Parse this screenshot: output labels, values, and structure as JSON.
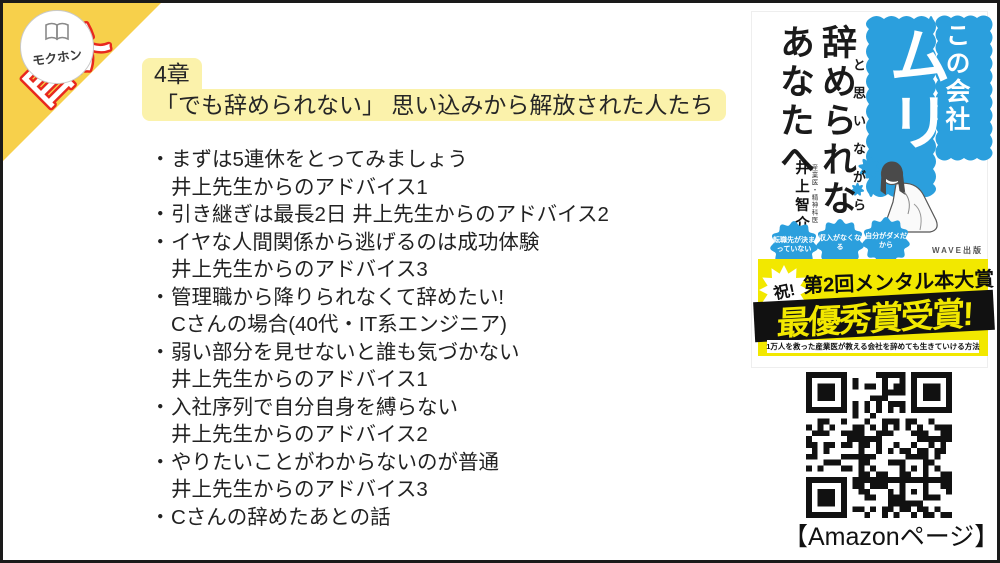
{
  "corner": {
    "ribbon_label": "目次",
    "logo_text": "モクホン"
  },
  "heading": {
    "chapter": "4章",
    "title": "「でも辞められない」 思い込みから解放された人たち"
  },
  "toc": {
    "bullet": "・",
    "items": [
      {
        "line1": "まずは5連休をとってみましょう",
        "line2": "井上先生からのアドバイス1"
      },
      {
        "line1": "引き継ぎは最長2日 井上先生からのアドバイス2",
        "line2": ""
      },
      {
        "line1": "イヤな人間関係から逃げるのは成功体験",
        "line2": "井上先生からのアドバイス3"
      },
      {
        "line1": "管理職から降りられなくて辞めたい!",
        "line2": "Cさんの場合(40代・IT系エンジニア)"
      },
      {
        "line1": "弱い部分を見せないと誰も気づかない",
        "line2": "井上先生からのアドバイス1"
      },
      {
        "line1": "入社序列で自分自身を縛らない",
        "line2": "井上先生からのアドバイス2"
      },
      {
        "line1": "やりたいことがわからないのが普通",
        "line2": "井上先生からのアドバイス3"
      },
      {
        "line1": "Cさんの辞めたあとの話",
        "line2": ""
      }
    ]
  },
  "book": {
    "balloon_company": "この会社",
    "balloon_muri": "ムリ",
    "sub_vertical": "と思いながら",
    "title_line1": "辞められない",
    "title_line2": "あなたへ",
    "author_role": "産業医・精神科医",
    "author": "井上智介",
    "publisher": "WAVE出版",
    "badges": [
      "転職先が決まっていない",
      "収入がなくなる",
      "自分がダメだから"
    ],
    "award": {
      "congrats": "祝!",
      "line1": "第2回メンタル本大賞",
      "line2": "最優秀賞受賞!",
      "line3": "1万人を救った産業医が教える会社を辞めても生きていける方法"
    }
  },
  "qr": {
    "label": "【Amazonページ】"
  },
  "colors": {
    "ribbon-yellow": "#f7d04b",
    "highlight-yellow": "#fbf2ab",
    "cover-blue": "#2b9fdd",
    "award-yellow": "#f2e800",
    "red": "#e8281e",
    "band-black": "#111111"
  }
}
